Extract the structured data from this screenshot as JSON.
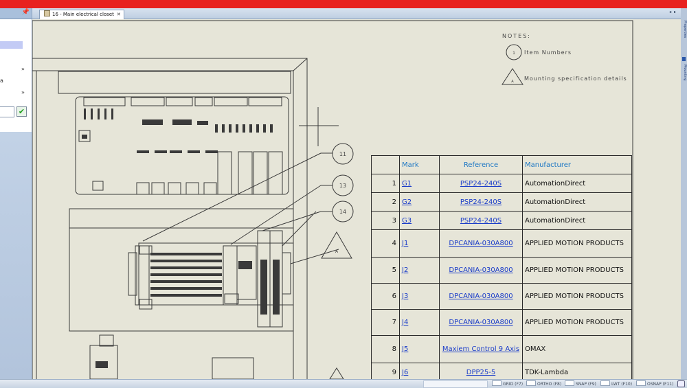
{
  "tab": {
    "title": "16 - Main electrical closet",
    "close": "✕",
    "nav": "◂ ▸"
  },
  "left_panel": {
    "pin": "📌",
    "chevron": "»",
    "text_fragment": "a",
    "check": "✔"
  },
  "right_strip": {
    "label_1": "Properties",
    "label_2": "Mounting"
  },
  "drawing": {
    "notes_title": "NOTES:",
    "note_items": "Item Numbers",
    "note_item_sample": "1",
    "note_mounting": "Mounting specification details",
    "note_mounting_sample": "A",
    "callouts": [
      "11",
      "13",
      "14"
    ],
    "mounting_callout": "A"
  },
  "bom": {
    "headers": {
      "mark": "Mark",
      "reference": "Reference",
      "manufacturer": "Manufacturer"
    },
    "rows": [
      {
        "num": "1",
        "mark": "G1",
        "reference": "PSP24-240S",
        "manufacturer": "AutomationDirect"
      },
      {
        "num": "2",
        "mark": "G2",
        "reference": "PSP24-240S",
        "manufacturer": "AutomationDirect"
      },
      {
        "num": "3",
        "mark": "G3",
        "reference": "PSP24-240S",
        "manufacturer": "AutomationDirect"
      },
      {
        "num": "4",
        "mark": "J1",
        "reference": "DPCANIA-030A800",
        "manufacturer": "APPLIED MOTION PRODUCTS"
      },
      {
        "num": "5",
        "mark": "J2",
        "reference": "DPCANIA-030A800",
        "manufacturer": "APPLIED MOTION PRODUCTS"
      },
      {
        "num": "6",
        "mark": "J3",
        "reference": "DPCANIA-030A800",
        "manufacturer": "APPLIED MOTION PRODUCTS"
      },
      {
        "num": "7",
        "mark": "J4",
        "reference": "DPCANIA-030A800",
        "manufacturer": "APPLIED MOTION PRODUCTS"
      },
      {
        "num": "8",
        "mark": "J5",
        "reference": "Maxiem Control 9 Axis",
        "manufacturer": "OMAX"
      },
      {
        "num": "9",
        "mark": "J6",
        "reference": "DPP25-5",
        "manufacturer": "TDK-Lambda"
      }
    ]
  },
  "status": {
    "grid": "GRID (F7)",
    "ortho": "ORTHO (F8)",
    "snap": "SNAP (F9)",
    "lwt": "LWT (F10)",
    "osnap": "OSNAP (F11)"
  },
  "colors": {
    "title_bar": "#e8211f",
    "canvas": "#e6e5d8",
    "header_text": "#1d77c4",
    "link": "#1a3cc9"
  }
}
